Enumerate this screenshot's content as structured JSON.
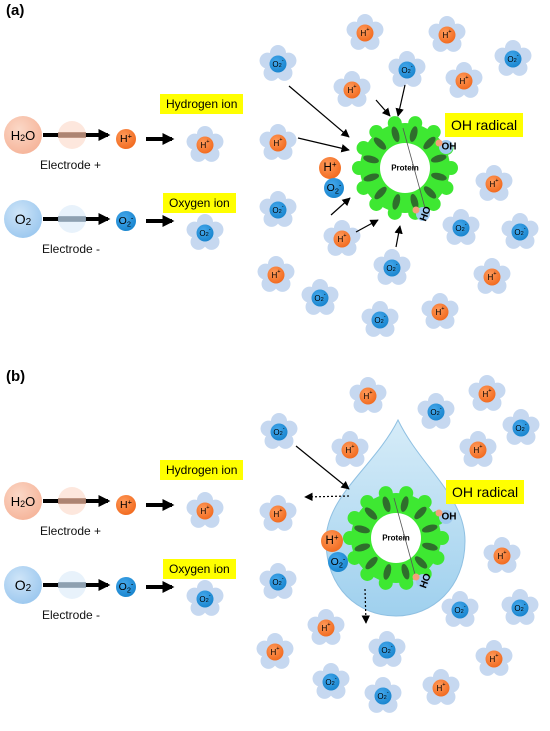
{
  "panels": [
    {
      "label": "(a)",
      "electrode_plus": "Electrode +",
      "electrode_minus": "Electrode -",
      "water": "H2O",
      "oxygen": "O2",
      "h_ion": "H+",
      "o_ion": "O2-",
      "hydrogen_label": "Hydrogen ion",
      "oxygen_label": "Oxygen ion",
      "radical_label": "OH radical",
      "protein": "Protein",
      "oh_text": "OH",
      "ho_text": "HO"
    },
    {
      "label": "(b)",
      "electrode_plus": "Electrode +",
      "electrode_minus": "Electrode -",
      "water": "H2O",
      "oxygen": "O2",
      "h_ion": "H+",
      "o_ion": "O2-",
      "hydrogen_label": "Hydrogen ion",
      "oxygen_label": "Oxygen ion",
      "radical_label": "OH radical",
      "protein": "Protein",
      "oh_text": "OH",
      "ho_text": "HO"
    }
  ],
  "colors": {
    "h_ion": "#f26c21",
    "o_ion": "#1a86cf",
    "petal": "#c6d8f0",
    "protein_green": "#3ee832",
    "protein_dark": "#2f6e2c",
    "droplet": "#9fd0ee",
    "label_bg": "#ffff00",
    "water_circle": "#f6b69c",
    "oxygen_circle": "#9ec9ef"
  }
}
